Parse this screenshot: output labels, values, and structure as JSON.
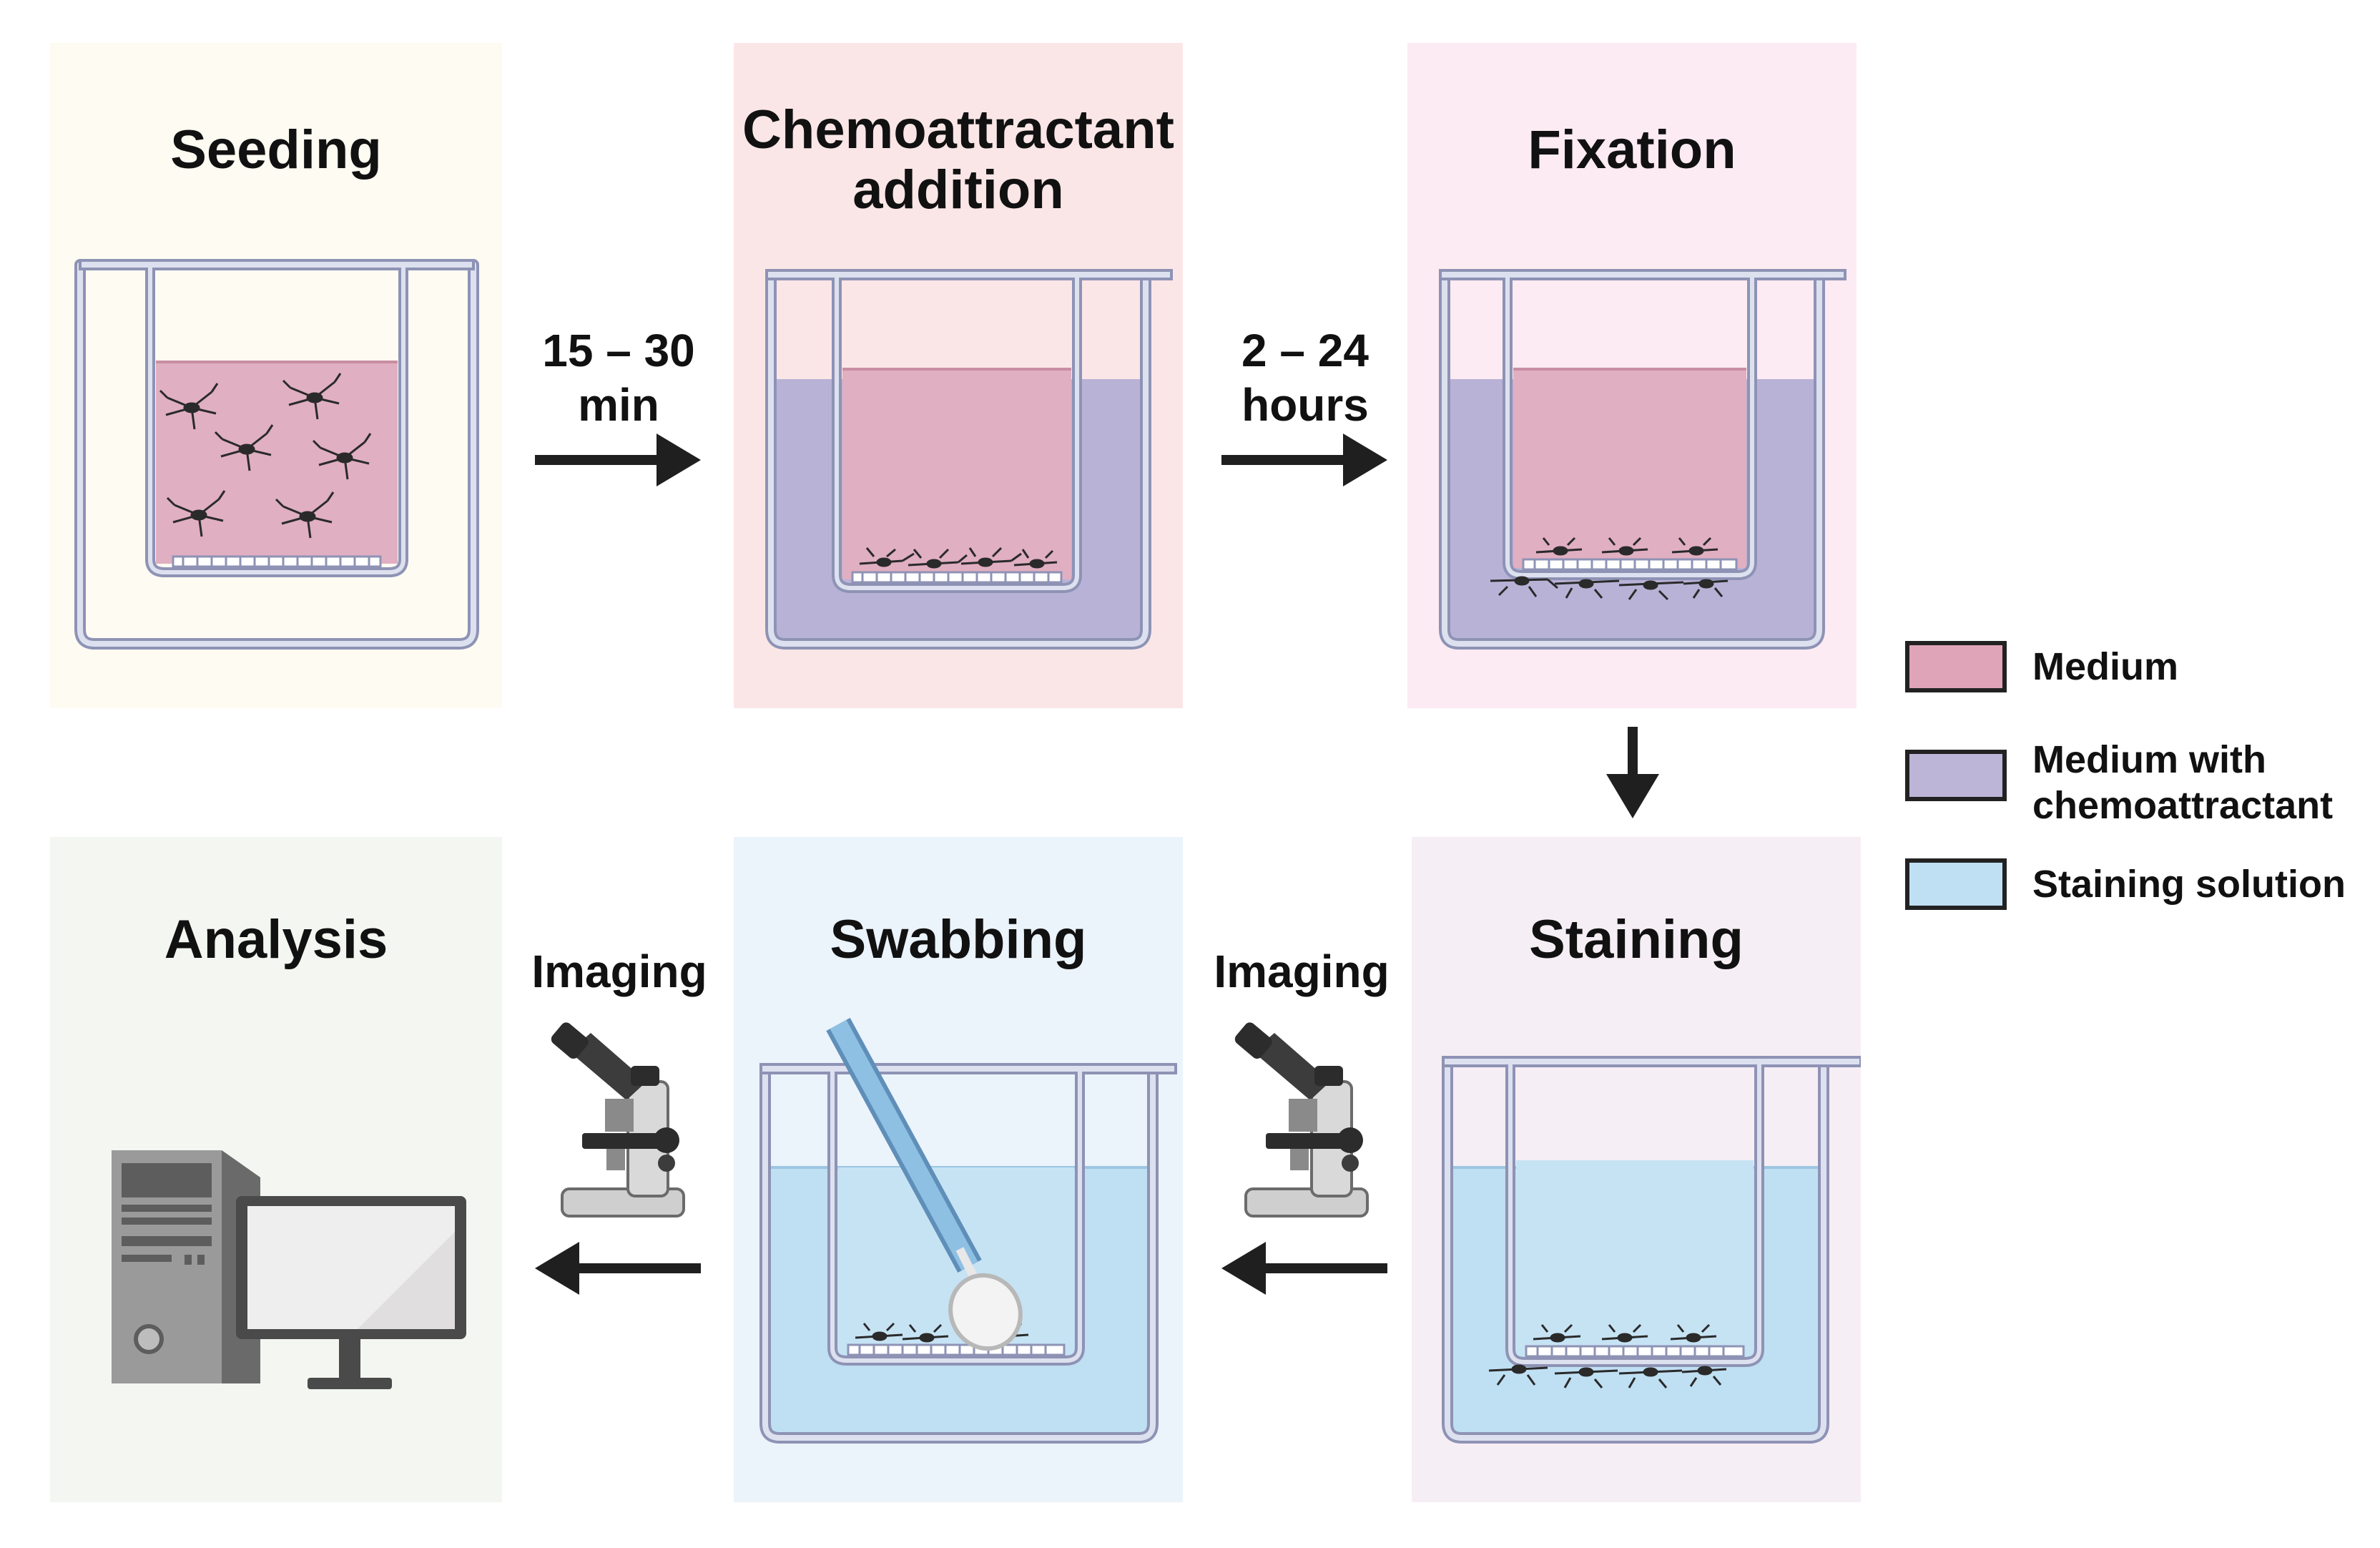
{
  "panels": {
    "seeding": {
      "title": "Seeding",
      "bg": "#fdfbf2"
    },
    "chemo": {
      "title": "Chemoattractant\naddition",
      "title_line1": "Chemoattractant",
      "title_line2": "addition",
      "bg": "#fbe6e7"
    },
    "fixation": {
      "title": "Fixation",
      "bg": "#fcebf2"
    },
    "staining": {
      "title": "Staining",
      "bg": "#f6eef5"
    },
    "swabbing": {
      "title": "Swabbing",
      "bg": "#ebf3fb"
    },
    "analysis": {
      "title": "Analysis",
      "bg": "#f3f6f1"
    }
  },
  "steps": {
    "seed_to_chemo": {
      "line1": "15 – 30",
      "line2": "min"
    },
    "chemo_to_fix": {
      "line1": "2 – 24",
      "line2": "hours"
    },
    "stain_to_swab": {
      "label": "Imaging"
    },
    "swab_to_analysis": {
      "label": "Imaging"
    }
  },
  "legend": [
    {
      "label": "Medium",
      "color": "#dfa4b8"
    },
    {
      "label_line1": "Medium with",
      "label_line2": "chemoattractant",
      "color": "#bdb5d8"
    },
    {
      "label": "Staining solution",
      "color": "#bfe0f3"
    }
  ],
  "colors": {
    "medium": "#e0afc1",
    "medium_chemo": "#b9b2d7",
    "staining": "#bfdff2",
    "well_outline": "#8e93b5",
    "well_fill": "#dde1ef",
    "arrow": "#1f1f1f"
  },
  "icons": [
    "cell-icon",
    "microscope-icon",
    "computer-icon",
    "swab-icon",
    "arrow-right-icon",
    "arrow-left-icon",
    "arrow-down-icon"
  ]
}
